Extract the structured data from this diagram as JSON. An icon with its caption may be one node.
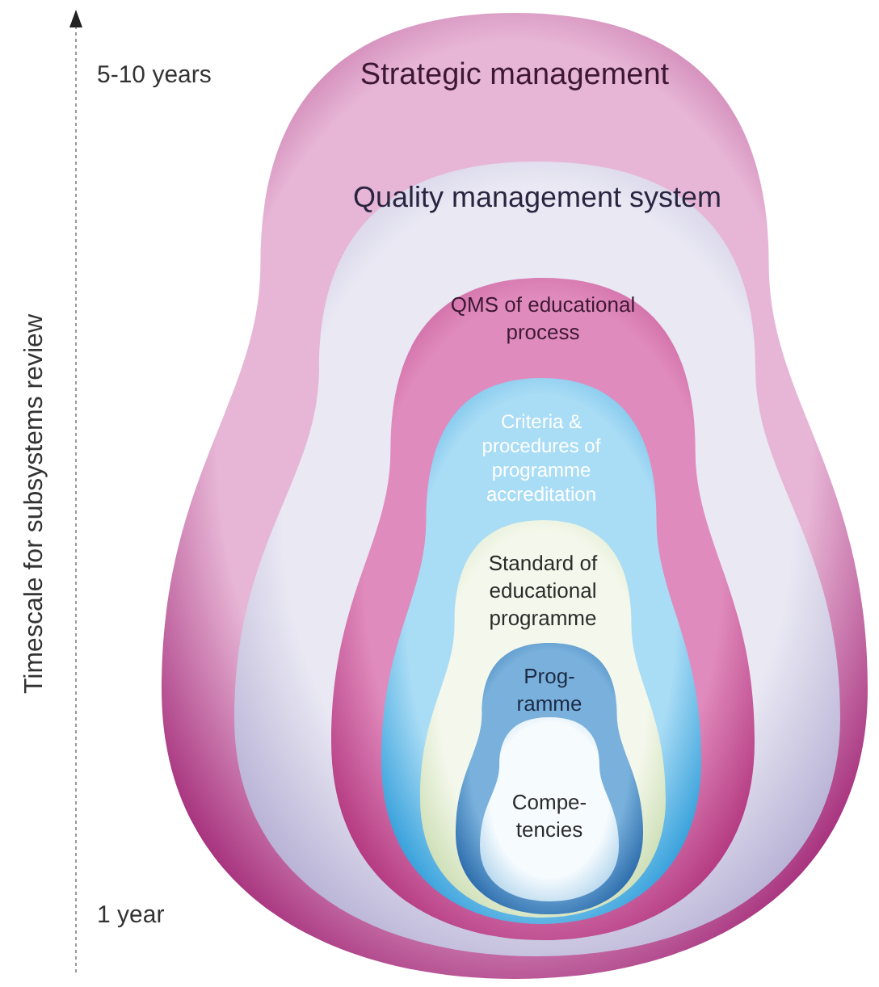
{
  "diagram": {
    "nodes": [
      {
        "text": [
          "Strategic management"
        ]
      },
      {
        "text": [
          "Quality management system"
        ],
        "in": 0
      },
      {
        "text": [
          "QMS of educational process"
        ],
        "in": 1
      },
      {
        "text": [
          "Criteria & procedures of programme accreditation"
        ],
        "in": 2
      },
      {
        "text": [
          "Standard of educational programme"
        ],
        "in": 3
      },
      {
        "text": [
          "Prog-ramme"
        ],
        "in": 4
      },
      {
        "text": [
          "Compe-tencies"
        ],
        "in": 5
      }
    ],
    "labels": [
      "5-10 years",
      "Timescale for subsystems review",
      "1 year"
    ]
  }
}
